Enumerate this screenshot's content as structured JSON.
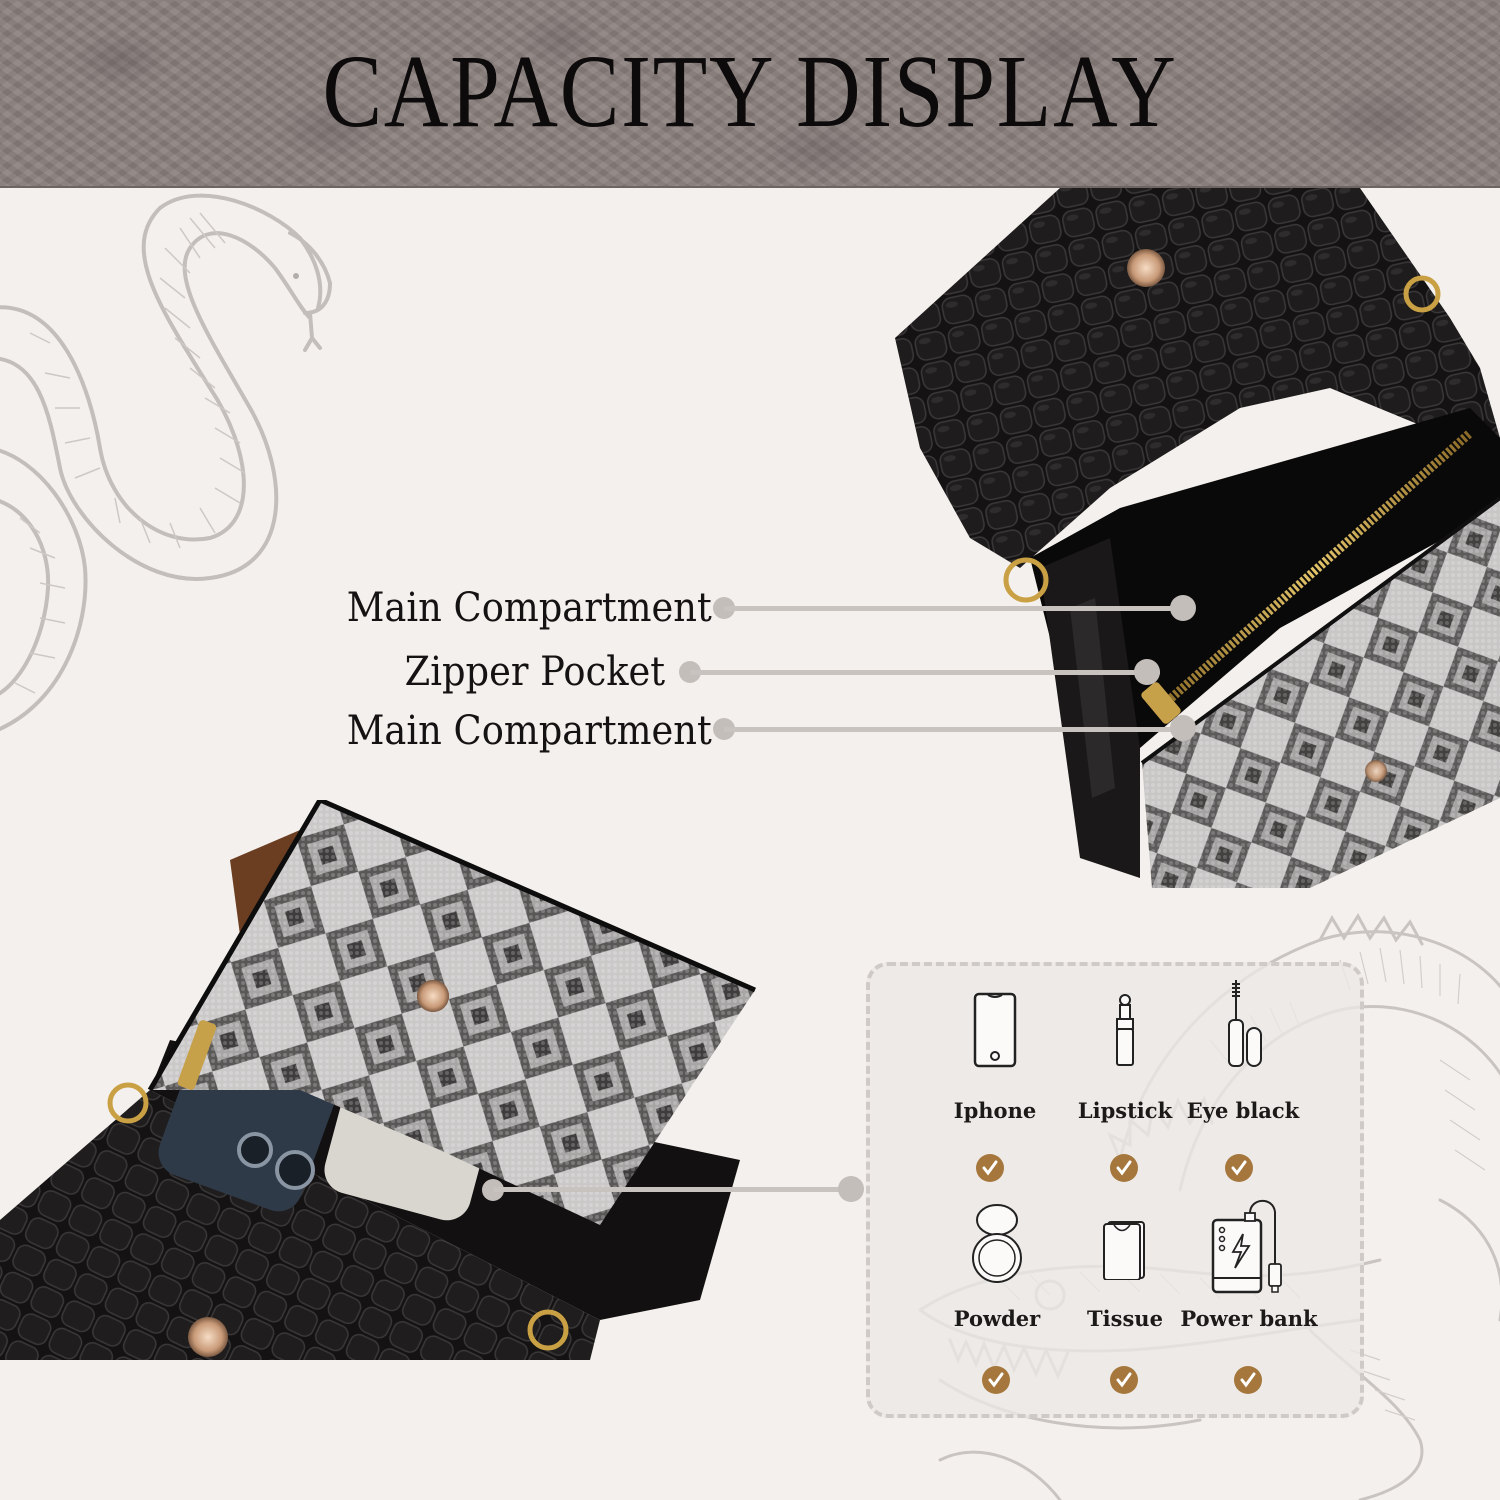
{
  "header": {
    "title": "CAPACITY DISPLAY",
    "band_color": "#8a807e",
    "texture": "snakeskin"
  },
  "background": {
    "color": "#f4f0ed",
    "decorations": [
      "snake-sketch",
      "crocodile-sketch"
    ]
  },
  "callouts": {
    "line_color": "#c9c3c0",
    "items": [
      {
        "label": "Main Compartment"
      },
      {
        "label": "Zipper Pocket"
      },
      {
        "label": "Main Compartment"
      }
    ]
  },
  "photos": {
    "top_right": "open-crossbody-bag-black-croc-flap-snakeskin-front",
    "bottom_left": "bag-with-contents-phone-wallet-cash-powder-lipstick"
  },
  "capacity": {
    "check_color": "#a5773c",
    "items": [
      {
        "label": "Iphone",
        "icon": "phone-icon",
        "included": true
      },
      {
        "label": "Lipstick",
        "icon": "lipstick-icon",
        "included": true
      },
      {
        "label": "Eye black",
        "icon": "mascara-icon",
        "included": true
      },
      {
        "label": "Powder",
        "icon": "compact-powder-icon",
        "included": true
      },
      {
        "label": "Tissue",
        "icon": "tissue-icon",
        "included": true
      },
      {
        "label": "Power bank",
        "icon": "power-bank-icon",
        "included": true
      }
    ]
  }
}
